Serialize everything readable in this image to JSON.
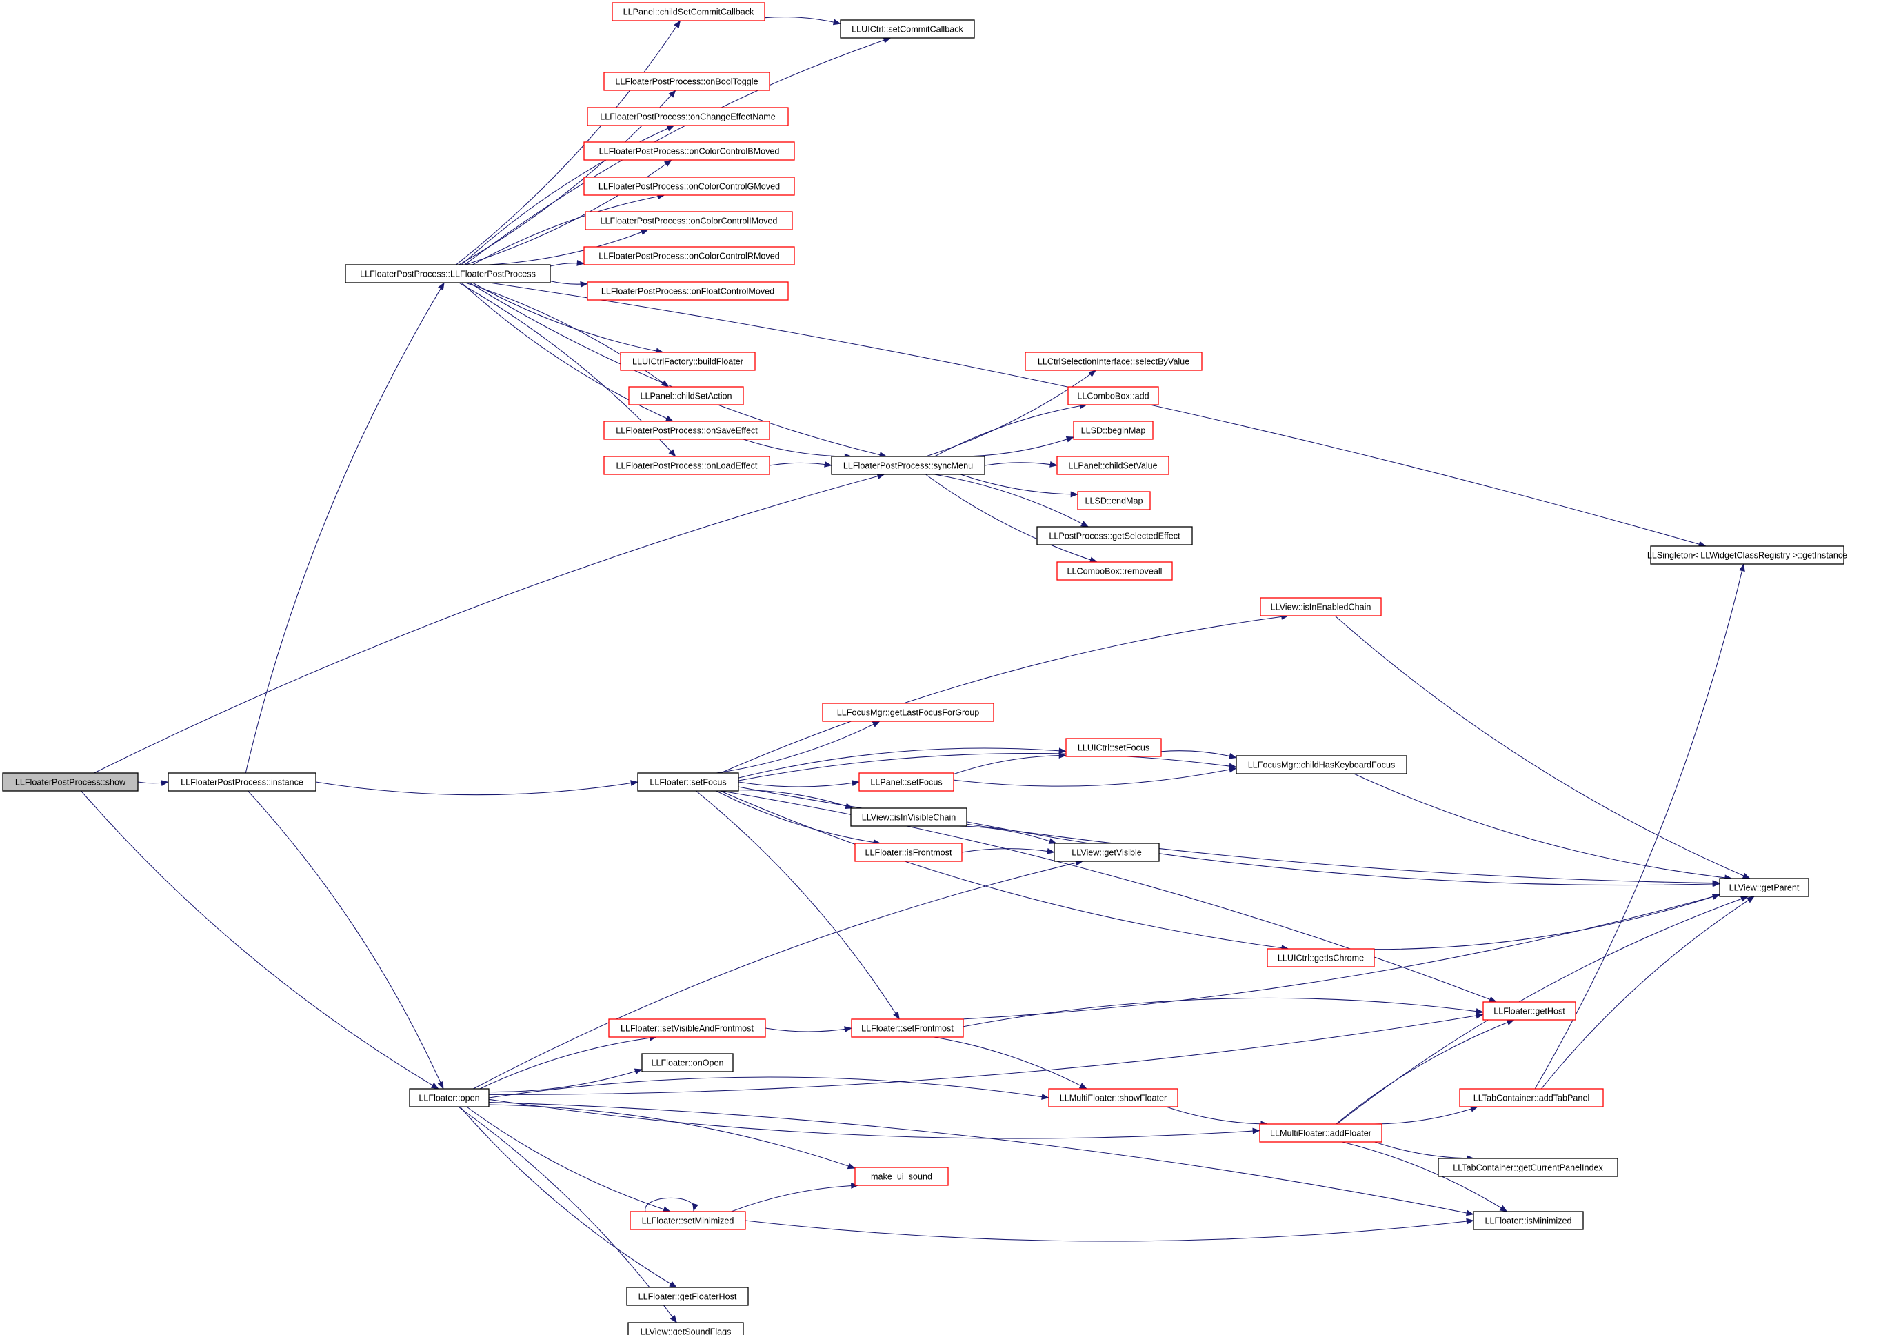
{
  "graph": {
    "colors": {
      "edge": "#191970",
      "internal_border": "#000000",
      "external_border": "#ff0000",
      "root_fill": "#bfbfbf",
      "node_fill": "#ffffff"
    },
    "nodes": {
      "show": {
        "label": "LLFloaterPostProcess::show",
        "kind": "root"
      },
      "instance": {
        "label": "LLFloaterPostProcess::instance",
        "kind": "internal"
      },
      "ctor": {
        "label": "LLFloaterPostProcess::LLFloaterPostProcess",
        "kind": "internal"
      },
      "childSetCommitCallback": {
        "label": "LLPanel::childSetCommitCallback",
        "kind": "external"
      },
      "setCommitCallback": {
        "label": "LLUICtrl::setCommitCallback",
        "kind": "internal"
      },
      "onBoolToggle": {
        "label": "LLFloaterPostProcess::onBoolToggle",
        "kind": "external"
      },
      "onChangeEffectName": {
        "label": "LLFloaterPostProcess::onChangeEffectName",
        "kind": "external"
      },
      "onColorControlBMoved": {
        "label": "LLFloaterPostProcess::onColorControlBMoved",
        "kind": "external"
      },
      "onColorControlGMoved": {
        "label": "LLFloaterPostProcess::onColorControlGMoved",
        "kind": "external"
      },
      "onColorControlIMoved": {
        "label": "LLFloaterPostProcess::onColorControlIMoved",
        "kind": "external"
      },
      "onColorControlRMoved": {
        "label": "LLFloaterPostProcess::onColorControlRMoved",
        "kind": "external"
      },
      "onFloatControlMoved": {
        "label": "LLFloaterPostProcess::onFloatControlMoved",
        "kind": "external"
      },
      "buildFloater": {
        "label": "LLUICtrlFactory::buildFloater",
        "kind": "external"
      },
      "childSetAction": {
        "label": "LLPanel::childSetAction",
        "kind": "external"
      },
      "onSaveEffect": {
        "label": "LLFloaterPostProcess::onSaveEffect",
        "kind": "external"
      },
      "onLoadEffect": {
        "label": "LLFloaterPostProcess::onLoadEffect",
        "kind": "external"
      },
      "syncMenu": {
        "label": "LLFloaterPostProcess::syncMenu",
        "kind": "internal"
      },
      "selectByValue": {
        "label": "LLCtrlSelectionInterface::selectByValue",
        "kind": "external"
      },
      "comboAdd": {
        "label": "LLComboBox::add",
        "kind": "external"
      },
      "beginMap": {
        "label": "LLSD::beginMap",
        "kind": "external"
      },
      "childSetValue": {
        "label": "LLPanel::childSetValue",
        "kind": "external"
      },
      "endMap": {
        "label": "LLSD::endMap",
        "kind": "external"
      },
      "getSelectedEffect": {
        "label": "LLPostProcess::getSelectedEffect",
        "kind": "internal"
      },
      "removeall": {
        "label": "LLComboBox::removeall",
        "kind": "external"
      },
      "getInstance": {
        "label": "LLSingleton< LLWidgetClassRegistry >::getInstance",
        "kind": "internal"
      },
      "isInEnabledChain": {
        "label": "LLView::isInEnabledChain",
        "kind": "external"
      },
      "getLastFocusForGroup": {
        "label": "LLFocusMgr::getLastFocusForGroup",
        "kind": "external"
      },
      "uictrlSetFocus": {
        "label": "LLUICtrl::setFocus",
        "kind": "external"
      },
      "childHasKeyboardFocus": {
        "label": "LLFocusMgr::childHasKeyboardFocus",
        "kind": "internal"
      },
      "floaterSetFocus": {
        "label": "LLFloater::setFocus",
        "kind": "internal"
      },
      "panelSetFocus": {
        "label": "LLPanel::setFocus",
        "kind": "external"
      },
      "isInVisibleChain": {
        "label": "LLView::isInVisibleChain",
        "kind": "internal"
      },
      "isFrontmost": {
        "label": "LLFloater::isFrontmost",
        "kind": "external"
      },
      "getVisible": {
        "label": "LLView::getVisible",
        "kind": "internal"
      },
      "getParent": {
        "label": "LLView::getParent",
        "kind": "internal"
      },
      "getIsChrome": {
        "label": "LLUICtrl::getIsChrome",
        "kind": "external"
      },
      "getHost": {
        "label": "LLFloater::getHost",
        "kind": "external"
      },
      "setVisibleAndFrontmost": {
        "label": "LLFloater::setVisibleAndFrontmost",
        "kind": "external"
      },
      "setFrontmost": {
        "label": "LLFloater::setFrontmost",
        "kind": "external"
      },
      "onOpen": {
        "label": "LLFloater::onOpen",
        "kind": "internal"
      },
      "open": {
        "label": "LLFloater::open",
        "kind": "internal"
      },
      "showFloater": {
        "label": "LLMultiFloater::showFloater",
        "kind": "external"
      },
      "addFloater": {
        "label": "LLMultiFloater::addFloater",
        "kind": "external"
      },
      "addTabPanel": {
        "label": "LLTabContainer::addTabPanel",
        "kind": "external"
      },
      "getCurrentPanelIndex": {
        "label": "LLTabContainer::getCurrentPanelIndex",
        "kind": "internal"
      },
      "makeUiSound": {
        "label": "make_ui_sound",
        "kind": "external"
      },
      "setMinimized": {
        "label": "LLFloater::setMinimized",
        "kind": "external"
      },
      "isMinimized": {
        "label": "LLFloater::isMinimized",
        "kind": "internal"
      },
      "getFloaterHost": {
        "label": "LLFloater::getFloaterHost",
        "kind": "internal"
      },
      "getSoundFlags": {
        "label": "LLView::getSoundFlags",
        "kind": "internal"
      }
    },
    "edges": [
      [
        "show",
        "instance"
      ],
      [
        "show",
        "syncMenu"
      ],
      [
        "show",
        "open"
      ],
      [
        "instance",
        "ctor"
      ],
      [
        "instance",
        "floaterSetFocus"
      ],
      [
        "instance",
        "open"
      ],
      [
        "ctor",
        "childSetCommitCallback"
      ],
      [
        "ctor",
        "setCommitCallback"
      ],
      [
        "ctor",
        "onBoolToggle"
      ],
      [
        "ctor",
        "onChangeEffectName"
      ],
      [
        "ctor",
        "onColorControlBMoved"
      ],
      [
        "ctor",
        "onColorControlGMoved"
      ],
      [
        "ctor",
        "onColorControlIMoved"
      ],
      [
        "ctor",
        "onColorControlRMoved"
      ],
      [
        "ctor",
        "onFloatControlMoved"
      ],
      [
        "ctor",
        "getInstance"
      ],
      [
        "ctor",
        "buildFloater"
      ],
      [
        "ctor",
        "childSetAction"
      ],
      [
        "ctor",
        "onSaveEffect"
      ],
      [
        "ctor",
        "onLoadEffect"
      ],
      [
        "ctor",
        "syncMenu"
      ],
      [
        "childSetCommitCallback",
        "setCommitCallback"
      ],
      [
        "onSaveEffect",
        "syncMenu"
      ],
      [
        "onLoadEffect",
        "syncMenu"
      ],
      [
        "syncMenu",
        "selectByValue"
      ],
      [
        "syncMenu",
        "comboAdd"
      ],
      [
        "syncMenu",
        "beginMap"
      ],
      [
        "syncMenu",
        "childSetValue"
      ],
      [
        "syncMenu",
        "endMap"
      ],
      [
        "syncMenu",
        "getSelectedEffect"
      ],
      [
        "syncMenu",
        "removeall"
      ],
      [
        "floaterSetFocus",
        "isInEnabledChain"
      ],
      [
        "floaterSetFocus",
        "getParent"
      ],
      [
        "floaterSetFocus",
        "childHasKeyboardFocus"
      ],
      [
        "floaterSetFocus",
        "getLastFocusForGroup"
      ],
      [
        "floaterSetFocus",
        "uictrlSetFocus"
      ],
      [
        "floaterSetFocus",
        "panelSetFocus"
      ],
      [
        "floaterSetFocus",
        "isInVisibleChain"
      ],
      [
        "floaterSetFocus",
        "isFrontmost"
      ],
      [
        "floaterSetFocus",
        "getHost"
      ],
      [
        "floaterSetFocus",
        "getIsChrome"
      ],
      [
        "floaterSetFocus",
        "setFrontmost"
      ],
      [
        "isInEnabledChain",
        "getParent"
      ],
      [
        "panelSetFocus",
        "uictrlSetFocus"
      ],
      [
        "panelSetFocus",
        "childHasKeyboardFocus"
      ],
      [
        "uictrlSetFocus",
        "childHasKeyboardFocus"
      ],
      [
        "childHasKeyboardFocus",
        "getParent"
      ],
      [
        "isInVisibleChain",
        "getVisible"
      ],
      [
        "isInVisibleChain",
        "getParent"
      ],
      [
        "isFrontmost",
        "getVisible"
      ],
      [
        "getIsChrome",
        "getParent"
      ],
      [
        "open",
        "getVisible"
      ],
      [
        "open",
        "getHost"
      ],
      [
        "open",
        "setVisibleAndFrontmost"
      ],
      [
        "open",
        "onOpen"
      ],
      [
        "open",
        "showFloater"
      ],
      [
        "open",
        "addFloater"
      ],
      [
        "open",
        "makeUiSound"
      ],
      [
        "open",
        "setMinimized"
      ],
      [
        "open",
        "isMinimized"
      ],
      [
        "open",
        "getFloaterHost"
      ],
      [
        "open",
        "getSoundFlags"
      ],
      [
        "setVisibleAndFrontmost",
        "setFrontmost"
      ],
      [
        "setFrontmost",
        "getHost"
      ],
      [
        "setFrontmost",
        "getParent"
      ],
      [
        "setFrontmost",
        "showFloater"
      ],
      [
        "showFloater",
        "addFloater"
      ],
      [
        "addFloater",
        "getHost"
      ],
      [
        "addFloater",
        "addTabPanel"
      ],
      [
        "addFloater",
        "getParent"
      ],
      [
        "addFloater",
        "getCurrentPanelIndex"
      ],
      [
        "addFloater",
        "isMinimized"
      ],
      [
        "addTabPanel",
        "getInstance"
      ],
      [
        "addTabPanel",
        "getParent"
      ],
      [
        "setMinimized",
        "setMinimized"
      ],
      [
        "setMinimized",
        "makeUiSound"
      ],
      [
        "setMinimized",
        "isMinimized"
      ]
    ]
  }
}
